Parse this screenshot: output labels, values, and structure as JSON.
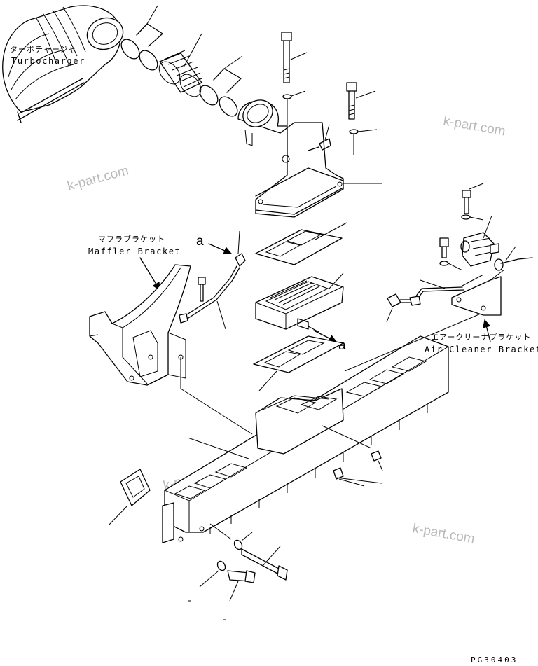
{
  "labels": {
    "turbocharger_jp": "ターボチャージャ",
    "turbocharger_en": "Turbocharger",
    "muffler_bracket_jp": "マフラブラケット",
    "muffler_bracket_en": "Maffler Bracket",
    "air_cleaner_bracket_jp": "エアークリーナブラケット",
    "air_cleaner_bracket_en": "Air Cleaner Bracket"
  },
  "reference_marks": {
    "a_top": "a",
    "a_mid": "a"
  },
  "watermarks": [
    "k-part.com",
    "k-part.com",
    "k-part.com",
    "k-part.com"
  ],
  "page_code": "PG30403"
}
